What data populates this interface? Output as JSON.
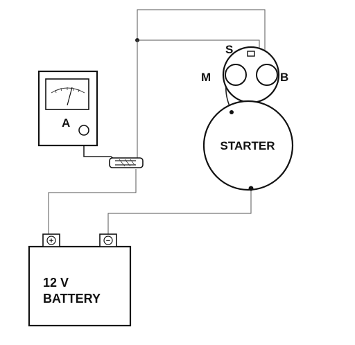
{
  "ammeter": {
    "label": "A"
  },
  "solenoid": {
    "terminal_s": "S",
    "terminal_m": "M",
    "terminal_b": "B"
  },
  "starter": {
    "label": "STARTER"
  },
  "battery": {
    "line1": "12 V",
    "line2": "BATTERY",
    "positive_symbol": "+",
    "negative_symbol": "−"
  }
}
